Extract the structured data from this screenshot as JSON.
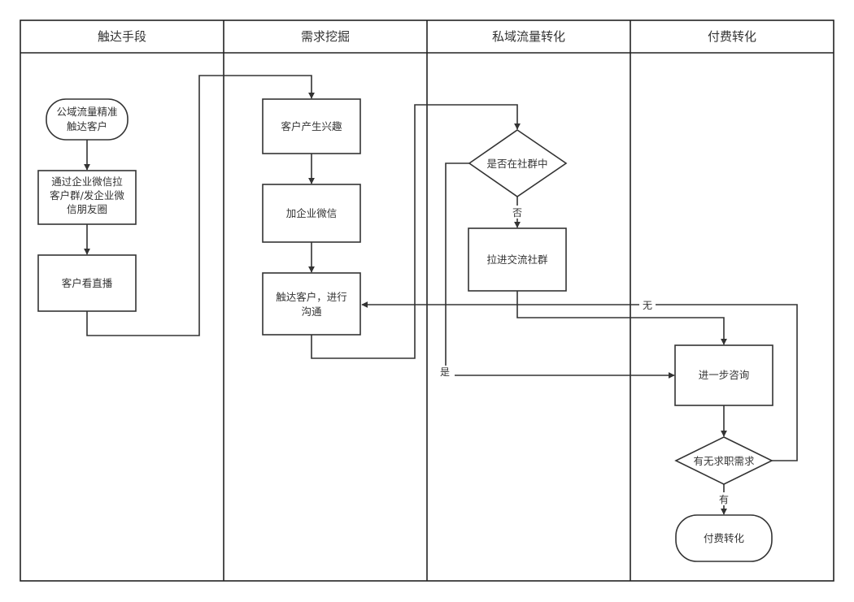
{
  "lanes": [
    {
      "id": "reach",
      "title": "触达手段"
    },
    {
      "id": "demand",
      "title": "需求挖掘"
    },
    {
      "id": "private",
      "title": "私域流量转化"
    },
    {
      "id": "paid",
      "title": "付费转化"
    }
  ],
  "nodes": {
    "public_traffic": {
      "shape": "terminator",
      "lines": [
        "公域流量精准",
        "触达客户"
      ]
    },
    "wecom_group": {
      "shape": "process",
      "lines": [
        "通过企业微信拉",
        "客户群/发企业微",
        "信朋友圈"
      ]
    },
    "watch_live": {
      "shape": "process",
      "lines": [
        "客户看直播"
      ]
    },
    "interest": {
      "shape": "process",
      "lines": [
        "客户产生兴趣"
      ]
    },
    "add_wecom": {
      "shape": "process",
      "lines": [
        "加企业微信"
      ]
    },
    "communicate": {
      "shape": "process",
      "lines": [
        "触达客户，进行",
        "沟通"
      ]
    },
    "in_community": {
      "shape": "decision",
      "lines": [
        "是否在社群中"
      ]
    },
    "pull_group": {
      "shape": "process",
      "lines": [
        "拉进交流社群"
      ]
    },
    "consult": {
      "shape": "process",
      "lines": [
        "进一步咨询"
      ]
    },
    "has_need": {
      "shape": "decision",
      "lines": [
        "有无求职需求"
      ]
    },
    "paid_conv": {
      "shape": "terminator",
      "lines": [
        "付费转化"
      ]
    }
  },
  "edges": [
    {
      "from": "public_traffic",
      "to": "wecom_group",
      "label": ""
    },
    {
      "from": "wecom_group",
      "to": "watch_live",
      "label": ""
    },
    {
      "from": "watch_live",
      "to": "interest",
      "label": ""
    },
    {
      "from": "interest",
      "to": "add_wecom",
      "label": ""
    },
    {
      "from": "add_wecom",
      "to": "communicate",
      "label": ""
    },
    {
      "from": "communicate",
      "to": "in_community",
      "label": ""
    },
    {
      "from": "in_community",
      "to": "pull_group",
      "label": "否"
    },
    {
      "from": "in_community",
      "to": "consult",
      "label": "是"
    },
    {
      "from": "pull_group",
      "to": "consult",
      "label": ""
    },
    {
      "from": "consult",
      "to": "has_need",
      "label": ""
    },
    {
      "from": "has_need",
      "to": "paid_conv",
      "label": "有"
    },
    {
      "from": "has_need",
      "to": "communicate",
      "label": "无"
    }
  ]
}
